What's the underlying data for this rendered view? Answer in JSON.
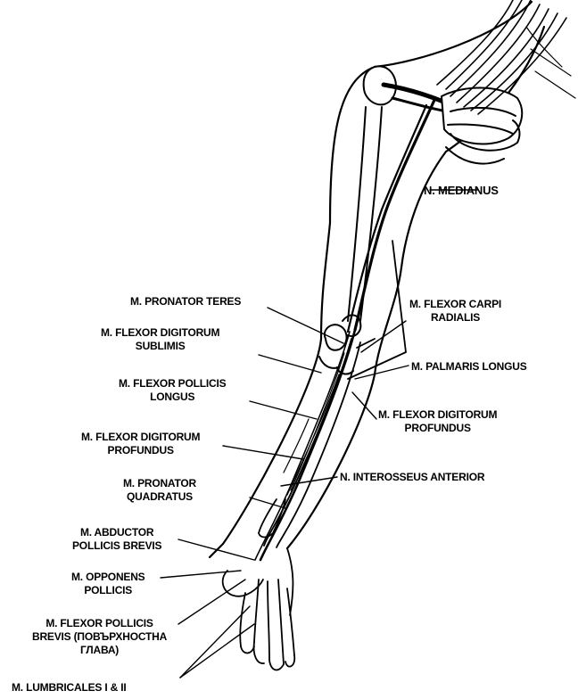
{
  "labels": {
    "n_medianus": "N. MEDIANUS",
    "pronator_teres": "M. PRONATOR TERES",
    "fds": [
      "M. FLEXOR DIGITORUM",
      "SUBLIMIS"
    ],
    "fpl": [
      "M. FLEXOR POLLICIS",
      "LONGUS"
    ],
    "fdp_left": [
      "M. FLEXOR DIGITORUM",
      "PROFUNDUS"
    ],
    "pronator_quadratus": [
      "M. PRONATOR",
      "QUADRATUS"
    ],
    "abductor": [
      "M. ABDUCTOR",
      "POLLICIS BREVIS"
    ],
    "opponens": [
      "M. OPPONENS",
      "POLLICIS"
    ],
    "fpb": [
      "M. FLEXOR POLLICIS",
      "BREVIS (ПОВЪРХНОСТНА",
      "ГЛАВА)"
    ],
    "lumbricales": "M. LUMBRICALES I & II",
    "fcr": [
      "M. FLEXOR CARPI",
      "RADIALIS"
    ],
    "palmaris": "M. PALMARIS LONGUS",
    "fdp_right": [
      "M. FLEXOR DIGITORUM",
      "PROFUNDUS"
    ],
    "interosseus": "N. INTEROSSEUS ANTERIOR"
  },
  "colors": {
    "ink": "#000000",
    "paper": "#ffffff"
  }
}
